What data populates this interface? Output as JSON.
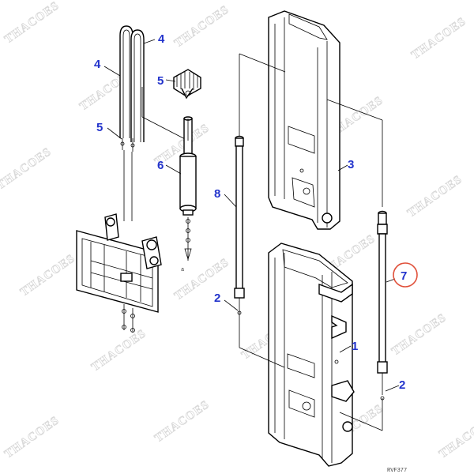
{
  "watermark": "THACOES",
  "highlight_color": "#e0503a",
  "label_color": "#2233cc",
  "callouts": {
    "c1": "1",
    "c2a": "2",
    "c2b": "2",
    "c3": "3",
    "c4a": "4",
    "c4b": "4",
    "c5a": "5",
    "c5b": "5",
    "c6": "6",
    "c7": "7",
    "c8": "8"
  },
  "drawing_code": "RVF377"
}
